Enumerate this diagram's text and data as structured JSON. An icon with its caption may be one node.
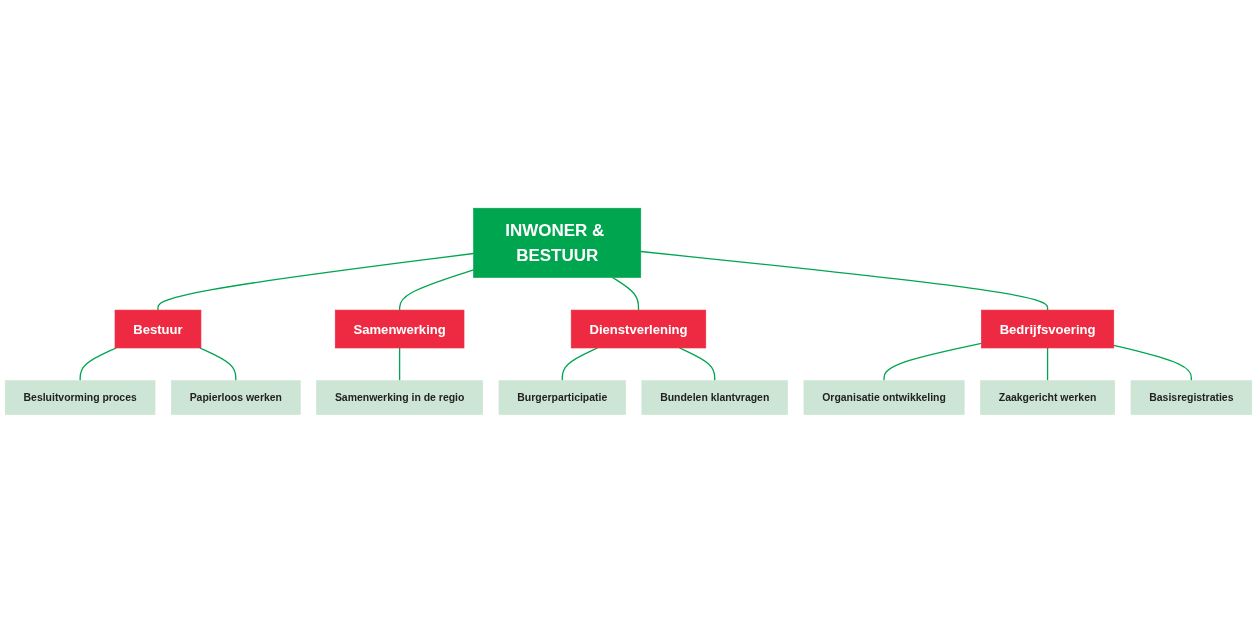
{
  "diagram": {
    "nodes": [
      {
        "text": [
          "INWONER & BESTUUR"
        ]
      },
      {
        "text": [
          "Bestuur"
        ]
      },
      {
        "text": [
          "Besluitvorming proces"
        ]
      },
      {
        "text": [
          "Papierloos werken"
        ]
      },
      {
        "text": [
          "Samenwerking"
        ]
      },
      {
        "text": [
          "Samenwerking in de regio"
        ]
      },
      {
        "text": [
          "Dienstverlening"
        ]
      },
      {
        "text": [
          "Burgerparticipatie"
        ]
      },
      {
        "text": [
          "Bundelen klantvragen"
        ]
      },
      {
        "text": [
          "Bedrijfsvoering"
        ]
      },
      {
        "text": [
          "Organisatie ontwikkeling"
        ]
      },
      {
        "text": [
          "Zaakgericht werken"
        ]
      },
      {
        "text": [
          "Basisregistraties"
        ]
      }
    ],
    "edges": [
      {
        "from": 0,
        "to": 1,
        "arrow": "none"
      },
      {
        "from": 0,
        "to": 4,
        "arrow": "none"
      },
      {
        "from": 0,
        "to": 6,
        "arrow": "none"
      },
      {
        "from": 0,
        "to": 9,
        "arrow": "none"
      },
      {
        "from": 1,
        "to": 2,
        "arrow": "none"
      },
      {
        "from": 1,
        "to": 3,
        "arrow": "none"
      },
      {
        "from": 4,
        "to": 5,
        "arrow": "none"
      },
      {
        "from": 6,
        "to": 7,
        "arrow": "none"
      },
      {
        "from": 6,
        "to": 8,
        "arrow": "none"
      },
      {
        "from": 9,
        "to": 10,
        "arrow": "none"
      },
      {
        "from": 9,
        "to": 11,
        "arrow": "none"
      },
      {
        "from": 9,
        "to": 12,
        "arrow": "none"
      }
    ]
  }
}
